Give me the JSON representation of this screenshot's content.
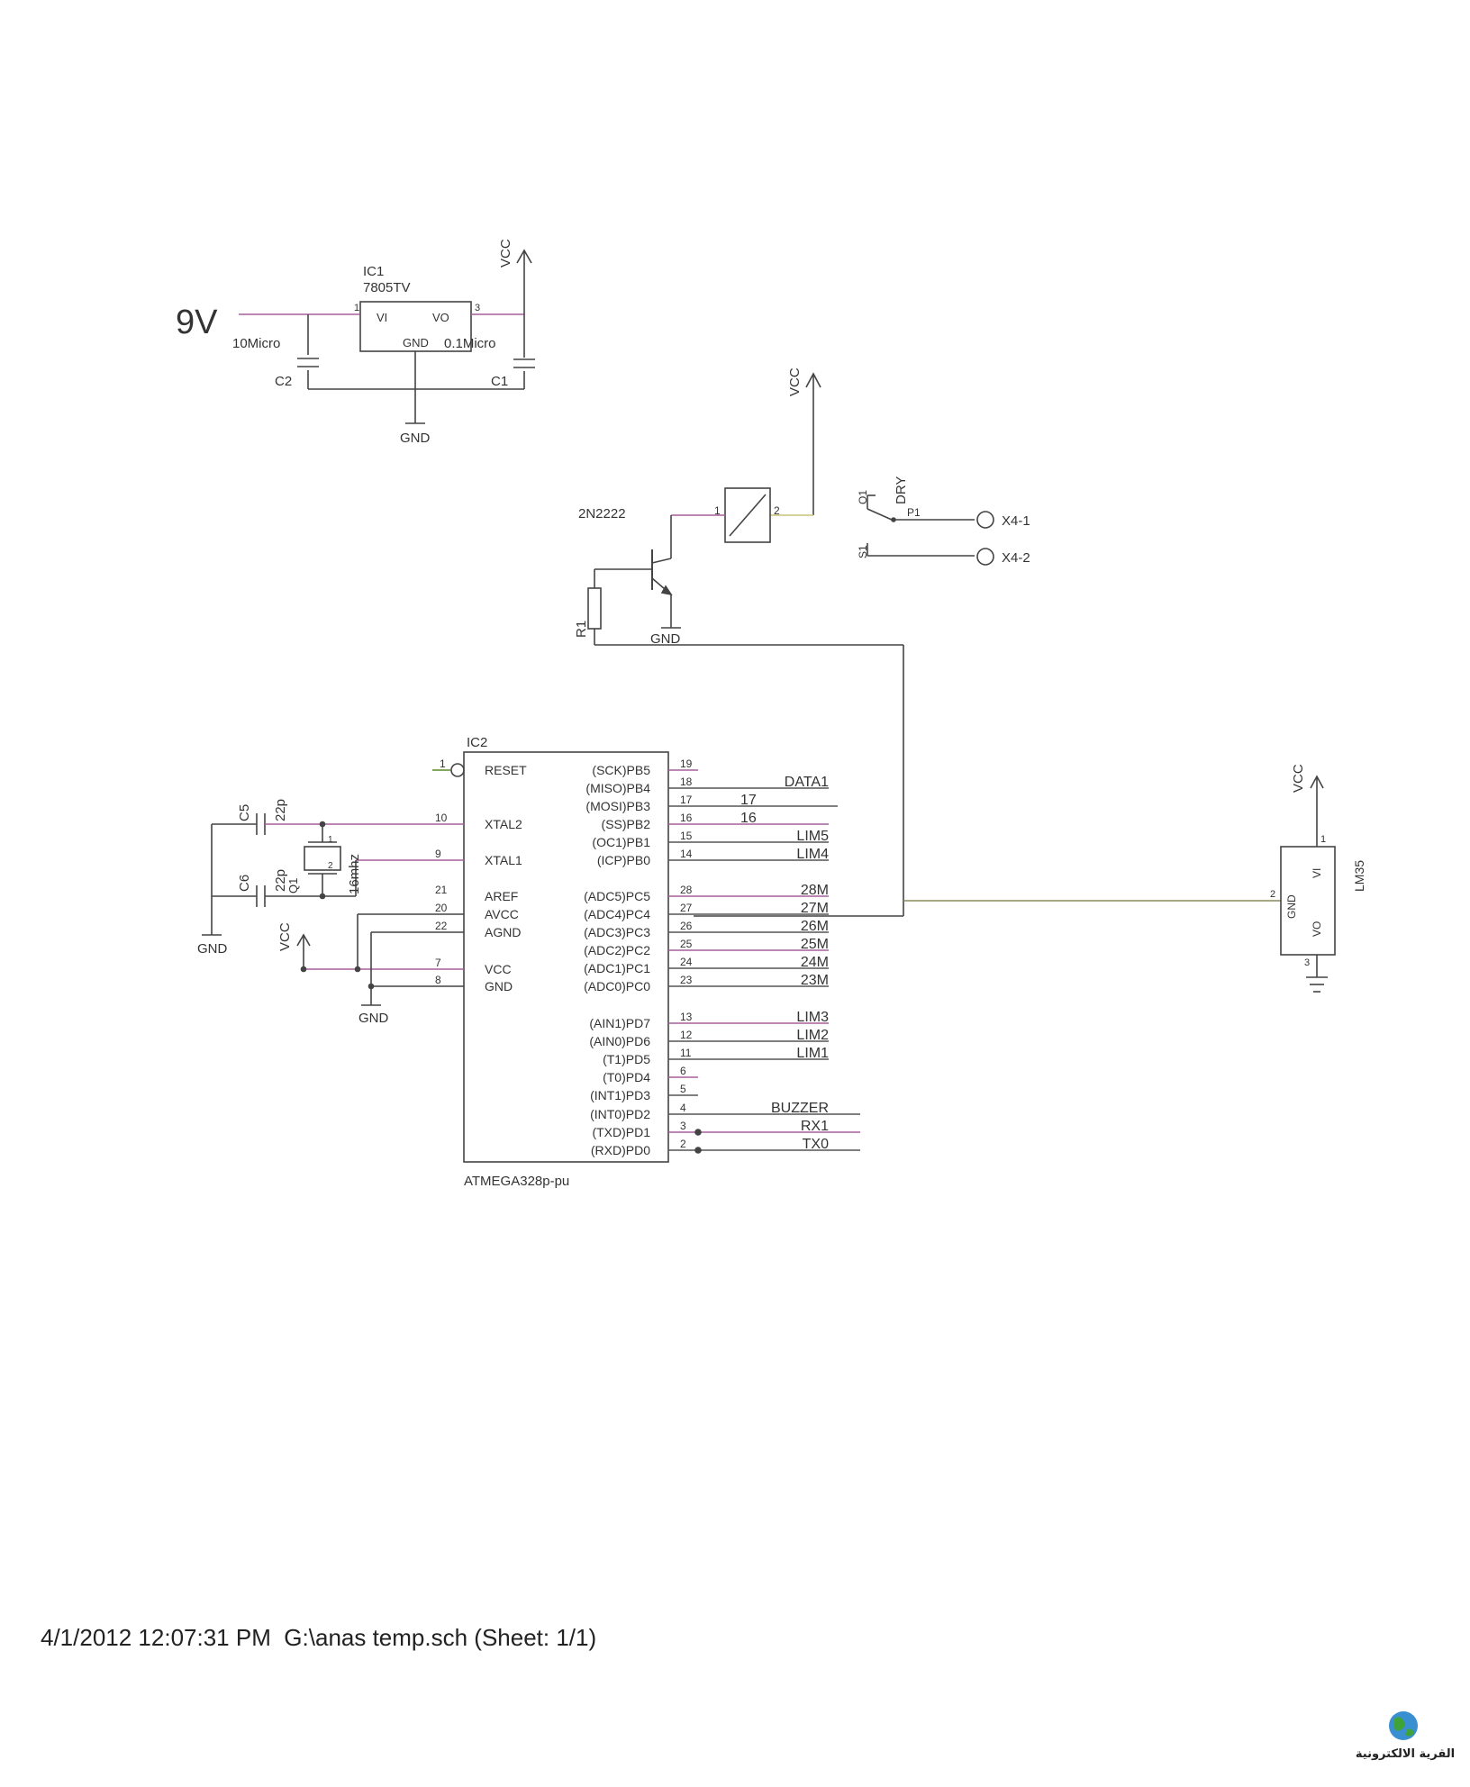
{
  "regulator": {
    "input_note": "9V",
    "ref": "IC1",
    "part": "7805TV",
    "pin_vi": "VI",
    "pin_vo": "VO",
    "pin_gnd": "GND",
    "pin1": "1",
    "pin3": "3",
    "cap_in_value": "10Micro",
    "cap_in_ref": "C2",
    "cap_out_value": "0.1Micro",
    "cap_out_ref": "C1",
    "vcc": "VCC",
    "gnd": "GND"
  },
  "driver": {
    "vcc": "VCC",
    "transistor": "2N2222",
    "relay_pin1": "1",
    "relay_pin2": "2",
    "resistor": "R1",
    "gnd": "GND",
    "switch_label": "DRY",
    "switch_o1": "O1",
    "switch_s1": "S1",
    "switch_p1": "P1",
    "x4_1": "X4-1",
    "x4_2": "X4-2"
  },
  "mcu": {
    "ref": "IC2",
    "part": "ATMEGA328p-pu",
    "left_pins": [
      {
        "num": "1",
        "name": "RESET"
      },
      {
        "num": "10",
        "name": "XTAL2"
      },
      {
        "num": "9",
        "name": "XTAL1"
      },
      {
        "num": "21",
        "name": "AREF"
      },
      {
        "num": "20",
        "name": "AVCC"
      },
      {
        "num": "22",
        "name": "AGND"
      },
      {
        "num": "7",
        "name": "VCC"
      },
      {
        "num": "8",
        "name": "GND"
      }
    ],
    "right_pins": [
      {
        "num": "19",
        "name": "(SCK)PB5",
        "net": ""
      },
      {
        "num": "18",
        "name": "(MISO)PB4",
        "net": "DATA1"
      },
      {
        "num": "17",
        "name": "(MOSI)PB3",
        "net": "17"
      },
      {
        "num": "16",
        "name": "(SS)PB2",
        "net": "16"
      },
      {
        "num": "15",
        "name": "(OC1)PB1",
        "net": "LIM5"
      },
      {
        "num": "14",
        "name": "(ICP)PB0",
        "net": "LIM4"
      },
      {
        "num": "28",
        "name": "(ADC5)PC5",
        "net": "28M"
      },
      {
        "num": "27",
        "name": "(ADC4)PC4",
        "net": "27M"
      },
      {
        "num": "26",
        "name": "(ADC3)PC3",
        "net": "26M"
      },
      {
        "num": "25",
        "name": "(ADC2)PC2",
        "net": "25M"
      },
      {
        "num": "24",
        "name": "(ADC1)PC1",
        "net": "24M"
      },
      {
        "num": "23",
        "name": "(ADC0)PC0",
        "net": "23M"
      },
      {
        "num": "13",
        "name": "(AIN1)PD7",
        "net": "LIM3"
      },
      {
        "num": "12",
        "name": "(AIN0)PD6",
        "net": "LIM2"
      },
      {
        "num": "11",
        "name": "(T1)PD5",
        "net": "LIM1"
      },
      {
        "num": "6",
        "name": "(T0)PD4",
        "net": ""
      },
      {
        "num": "5",
        "name": "(INT1)PD3",
        "net": ""
      },
      {
        "num": "4",
        "name": "(INT0)PD2",
        "net": "BUZZER"
      },
      {
        "num": "3",
        "name": "(TXD)PD1",
        "net": "RX1"
      },
      {
        "num": "2",
        "name": "(RXD)PD0",
        "net": "TX0"
      }
    ]
  },
  "crystal": {
    "c5_ref": "C5",
    "c5_value": "22p",
    "c6_ref": "C6",
    "c6_value": "22p",
    "q_ref": "Q1",
    "q_value": "16mhz",
    "q_pin1": "1",
    "q_pin2": "2",
    "gnd": "GND",
    "vcc": "VCC",
    "gnd2": "GND"
  },
  "sensor": {
    "vcc": "VCC",
    "ref": "LM35",
    "pin_vi": "VI",
    "pin_gnd": "GND",
    "pin_vo": "VO",
    "pin1": "1",
    "pin2": "2",
    "pin3": "3"
  },
  "footer": "4/1/2012 12:07:31 PM  G:\\anas temp.sch (Sheet: 1/1)",
  "logo_text": "القرية الالكترونية"
}
